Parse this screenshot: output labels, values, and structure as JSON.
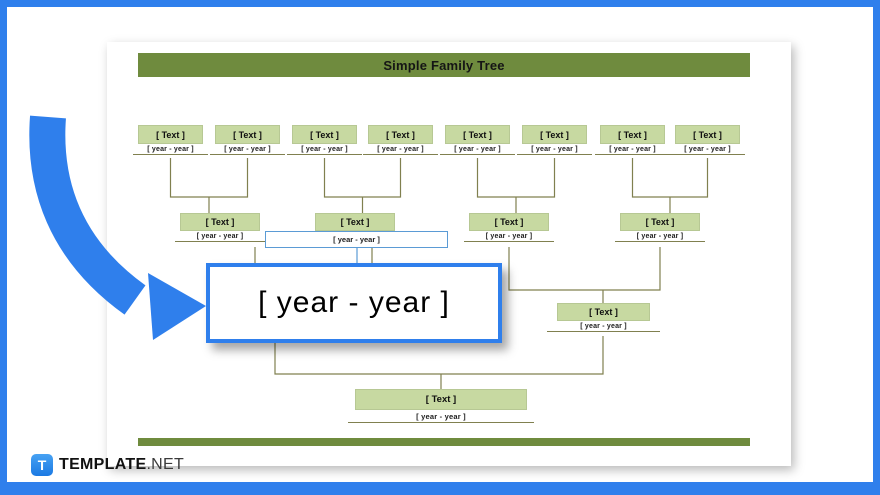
{
  "colors": {
    "accent-blue": "#2f7fec",
    "selection-blue": "#5b9bd5",
    "olive": "#6f8b3e",
    "box-green": "#c7d9a1",
    "line-olive": "#80804f"
  },
  "header": {
    "title": "Simple Family Tree"
  },
  "tree": {
    "gen1": [
      {
        "label": "[ Text ]",
        "years": "[ year - year ]"
      },
      {
        "label": "[ Text ]",
        "years": "[ year - year ]"
      },
      {
        "label": "[ Text ]",
        "years": "[ year - year ]"
      },
      {
        "label": "[ Text ]",
        "years": "[ year - year ]"
      },
      {
        "label": "[ Text ]",
        "years": "[ year - year ]"
      },
      {
        "label": "[ Text ]",
        "years": "[ year - year ]"
      },
      {
        "label": "[ Text ]",
        "years": "[ year - year ]"
      },
      {
        "label": "[ Text ]",
        "years": "[ year - year ]"
      }
    ],
    "gen2": [
      {
        "label": "[ Text ]",
        "years": "[ year - year ]"
      },
      {
        "label": "[ Text ]",
        "years": "[ year - year ]"
      },
      {
        "label": "[ Text ]",
        "years": "[ year - year ]"
      },
      {
        "label": "[ Text ]",
        "years": "[ year - year ]"
      }
    ],
    "gen3": [
      {
        "label": "[ Text ]",
        "years": "[ year - year ]"
      }
    ],
    "gen4": [
      {
        "label": "[ Text ]",
        "years": "[ year - year ]"
      }
    ]
  },
  "callout": {
    "text": "[ year - year ]"
  },
  "logo": {
    "icon": "T",
    "bold": "TEMPLATE",
    "light": ".NET"
  }
}
